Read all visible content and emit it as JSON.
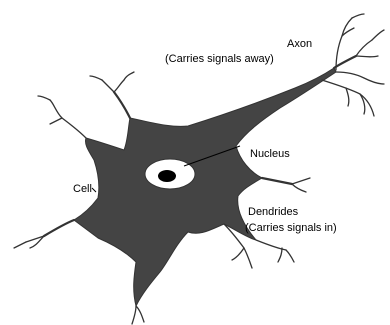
{
  "labels": {
    "axon": "Axon",
    "axon_note": "(Carries signals away)",
    "nucleus": "Nucleus",
    "cell": "Cell",
    "dendrides": "Dendrides",
    "dendrides_note": "(Carries signals in)"
  },
  "colors": {
    "cell_body": "#444444",
    "outline": "#333333",
    "nucleus_ring": "#ffffff",
    "nucleus_core": "#000000",
    "background": "#ffffff"
  }
}
